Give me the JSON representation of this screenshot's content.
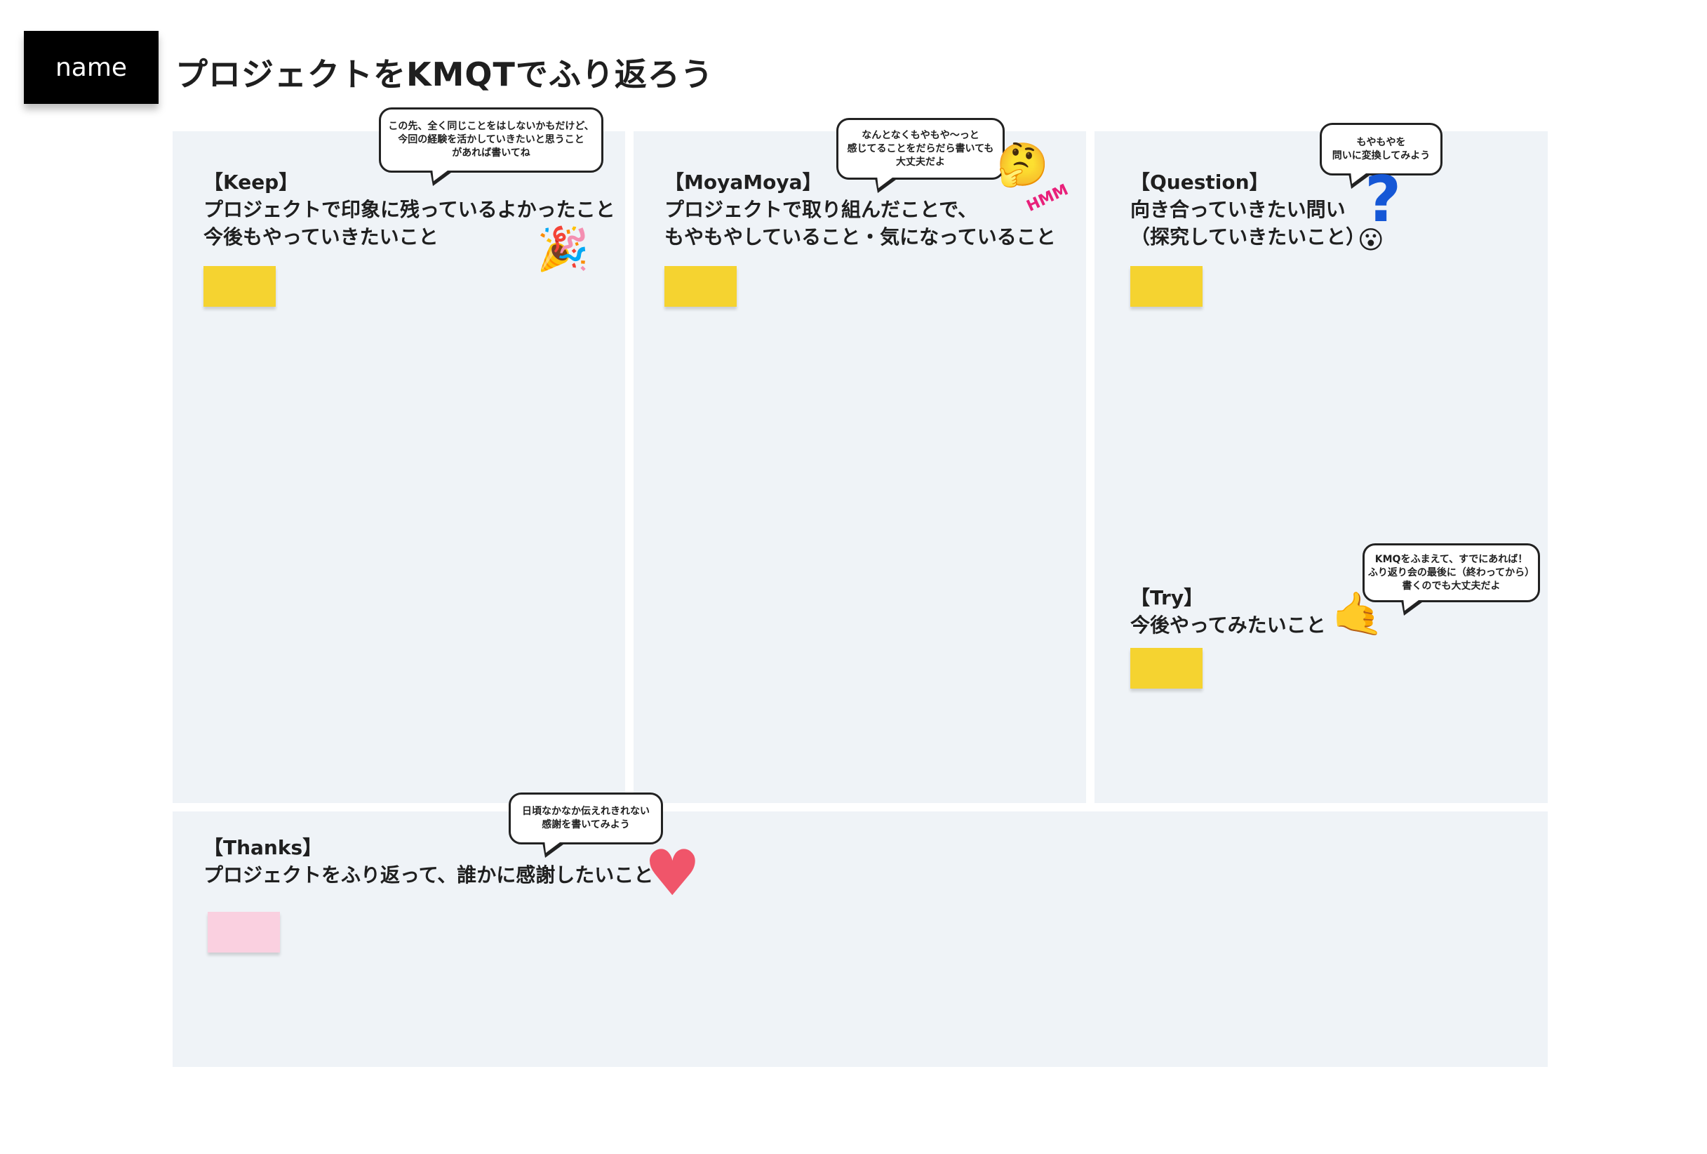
{
  "name_label": "name",
  "title": "プロジェクトをKMQTでふり返ろう",
  "keep": {
    "heading": "【Keep】",
    "line1": "プロジェクトで印象に残っているよかったこと",
    "line2": "今後もやっていきたいこと",
    "bubble": [
      "この先、全く同じことをはしないかもだけど、",
      "今回の経験を活かしていきたいと思うこと",
      "があれば書いてね"
    ]
  },
  "moyamoya": {
    "heading": "【MoyaMoya】",
    "line1": "プロジェクトで取り組んだことで、",
    "line2": "もやもやしていること・気になっていること",
    "bubble": [
      "なんとなくもやもや〜っと",
      "感じてることをだらだら書いても",
      "大丈夫だよ"
    ],
    "sticker_text": "HMM"
  },
  "question": {
    "heading": "【Question】",
    "line1": "向き合っていきたい問い",
    "line2": "（探究していきたいこと）",
    "bubble": [
      "もやもやを",
      "問いに変換してみよう"
    ]
  },
  "try": {
    "heading": "【Try】",
    "line1": "今後やってみたいこと",
    "bubble": [
      "KMQをふまえて、すでにあれば！",
      "ふり返り会の最後に（終わってから）",
      "書くのでも大丈夫だよ"
    ]
  },
  "thanks": {
    "heading": "【Thanks】",
    "line1": "プロジェクトをふり返って、誰かに感謝したいこと",
    "bubble": [
      "日頃なかなか伝えれきれない",
      "感謝を書いてみよう"
    ]
  },
  "colors": {
    "panel": "#eff3f7",
    "sticky_yellow": "#f5d330",
    "sticky_pink": "#fad0e0"
  }
}
